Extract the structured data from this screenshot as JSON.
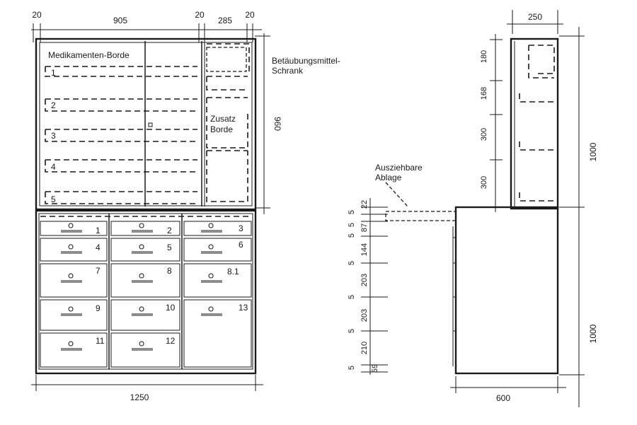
{
  "front": {
    "top_dims": [
      "20",
      "905",
      "20",
      "285",
      "20"
    ],
    "height_dim": "960",
    "width_dim": "1250",
    "shelf_title": "Medikamenten-Borde",
    "shelf_numbers": [
      "1",
      "2",
      "3",
      "4",
      "5"
    ],
    "extra_shelves": [
      "Zusatz",
      "Borde"
    ],
    "cabinet_label": [
      "Betäubungsmittel-",
      "Schrank"
    ],
    "drawer_numbers": [
      "1",
      "2",
      "3",
      "4",
      "5",
      "6",
      "7",
      "8",
      "8.1",
      "9",
      "10",
      "13",
      "11",
      "12"
    ]
  },
  "side": {
    "depth_top": "250",
    "upper_dims": [
      "180",
      "168",
      "300",
      "300"
    ],
    "height_upper": "1000",
    "height_lower": "1000",
    "pullout_label": [
      "Ausziehbare",
      "Ablage"
    ],
    "left_dims_a": [
      "22",
      "87",
      "144",
      "203",
      "203",
      "210",
      "59"
    ],
    "left_dims_b": [
      "5",
      "5",
      "5",
      "5",
      "5",
      "5",
      "5"
    ],
    "depth_bottom": "600"
  }
}
